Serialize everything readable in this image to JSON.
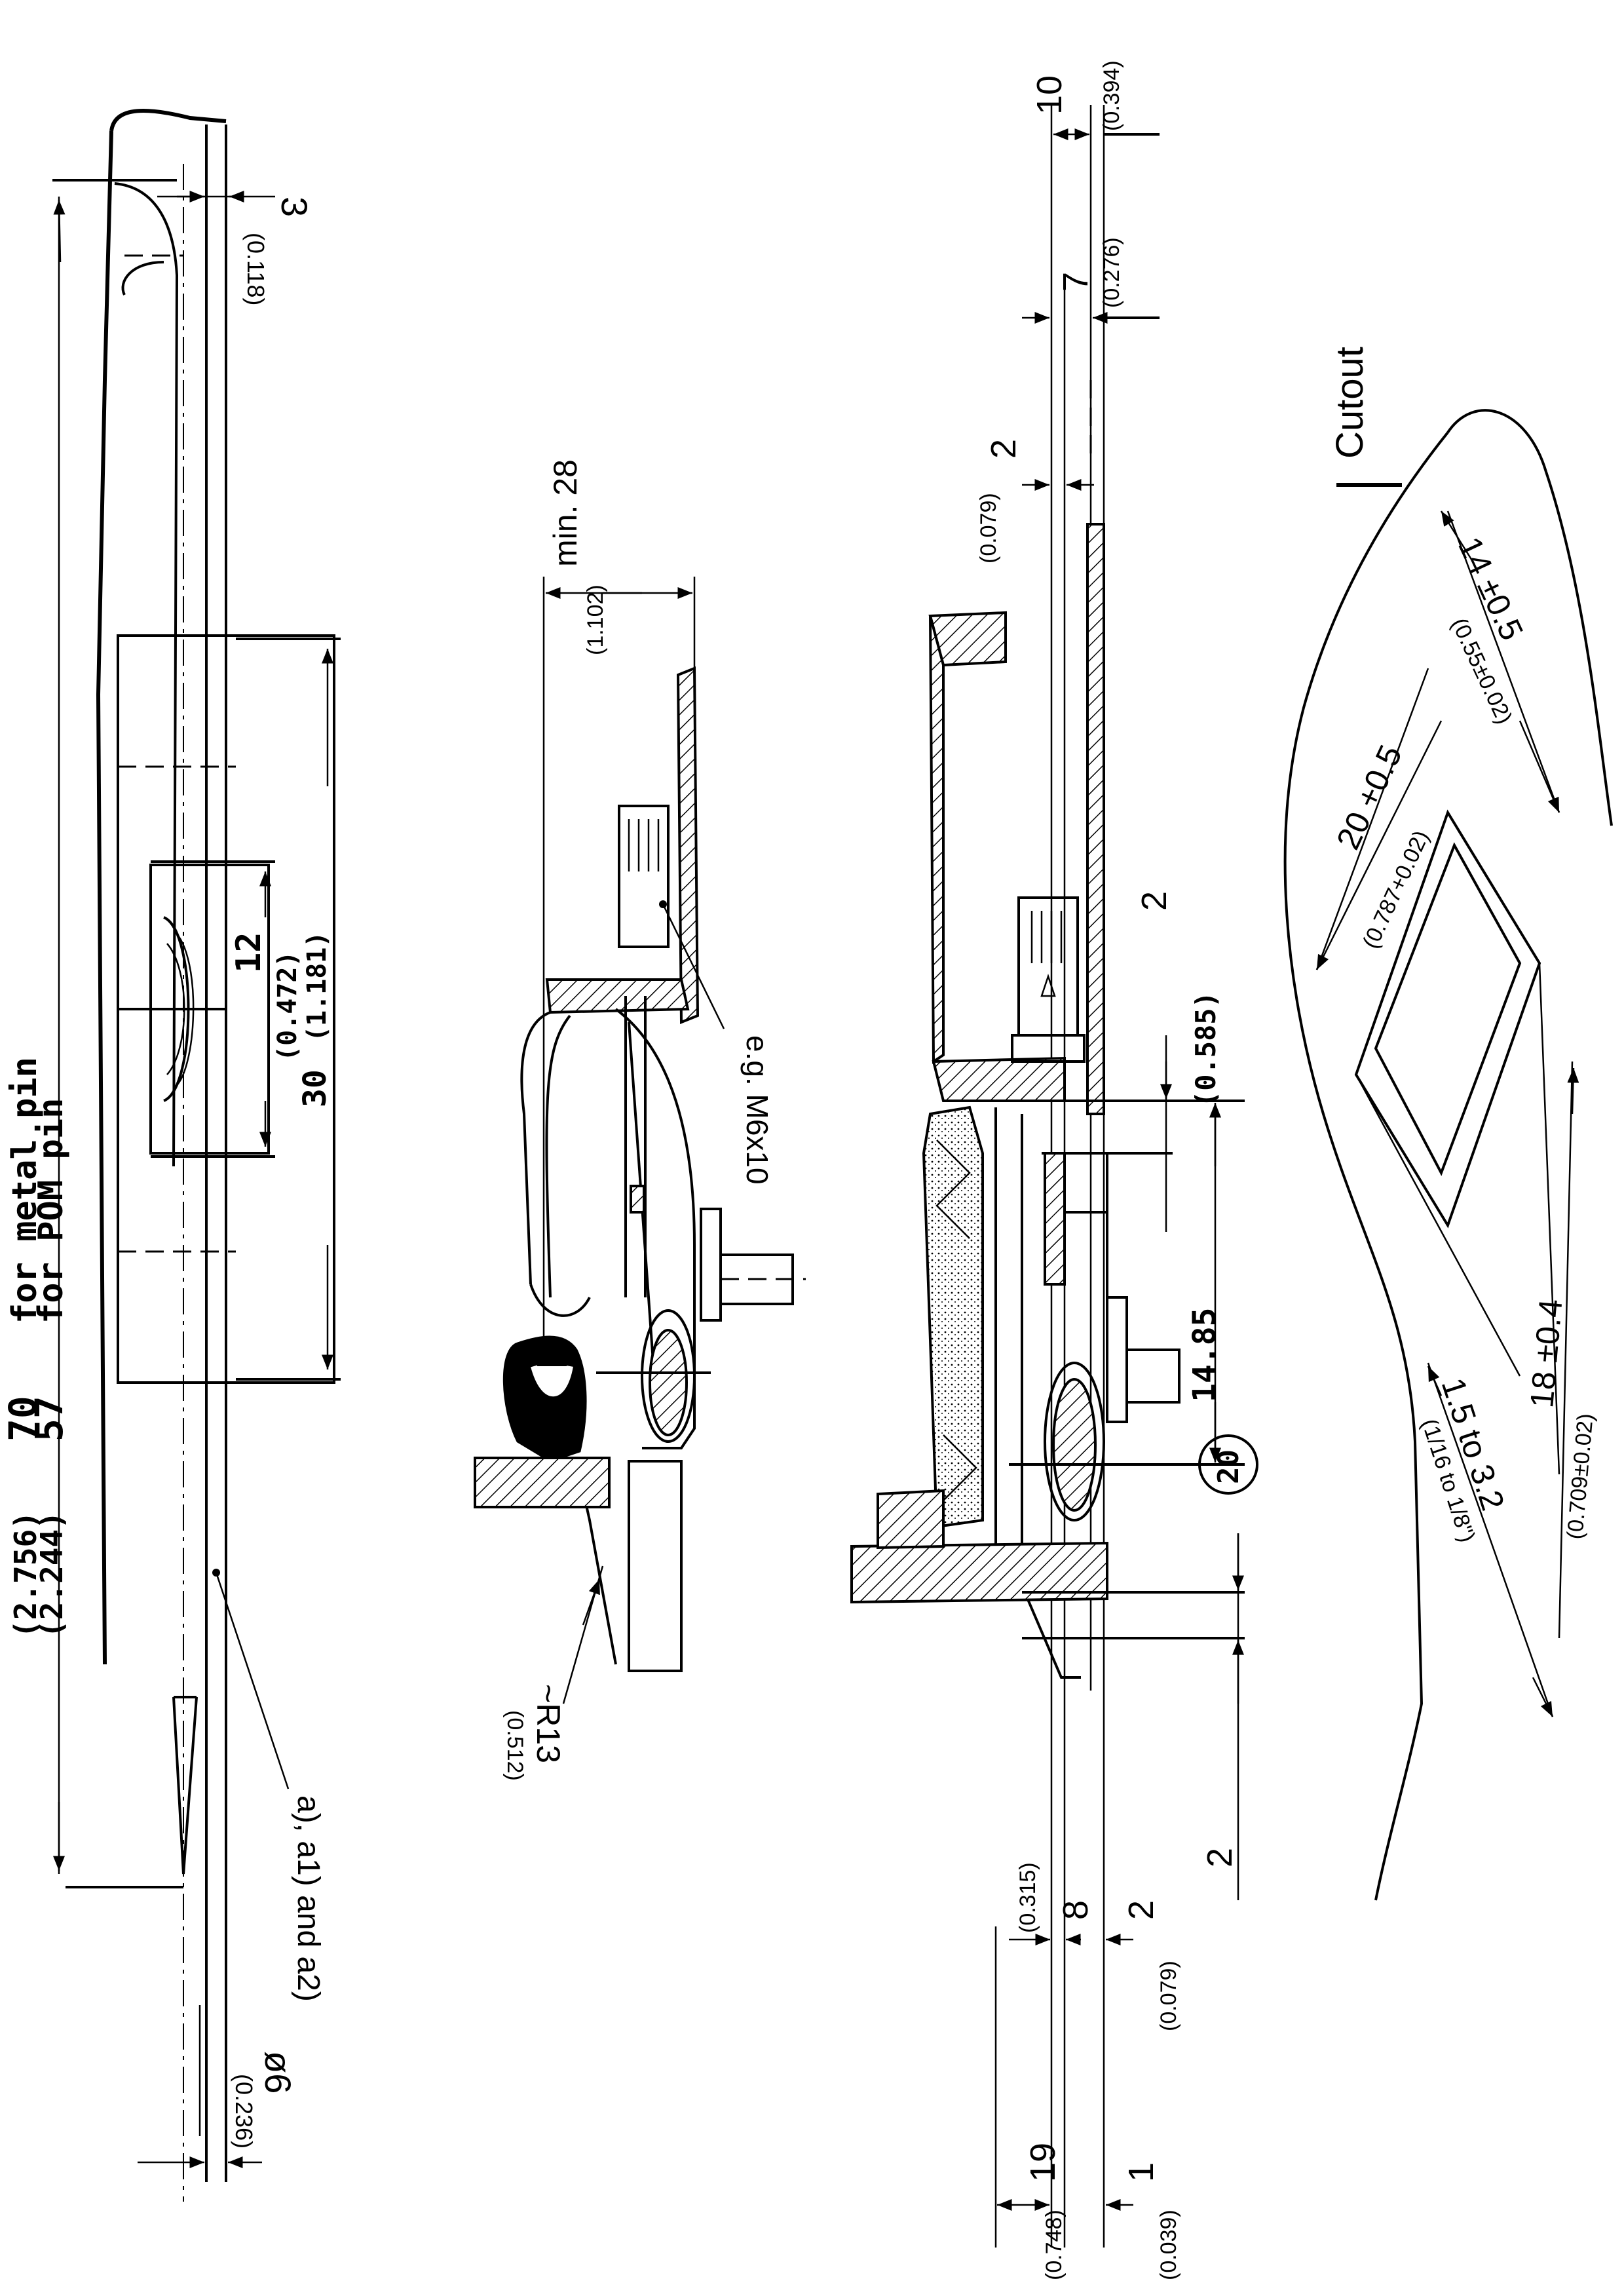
{
  "left_view": {
    "dim_top_value": "3",
    "dim_top_inch": "(0.118)",
    "dim_12": "12",
    "dim_12_inch": "(0.472)",
    "dim_30": "30",
    "dim_30_inch": "(1.181)",
    "length_metal_value": "70",
    "length_metal_inch": "(2.756)",
    "length_metal_note": "for metal pin",
    "length_pom_value": "57",
    "length_pom_inch": "(2.244)",
    "length_pom_note": "for POM pin",
    "pin_dia": "ø6",
    "pin_dia_inch": "(0.236)",
    "variant_label": "a), a1) and a2)"
  },
  "middle_view": {
    "min_28": "min. 28",
    "min_28_inch": "(1.102)",
    "screw_label": "e.g. M6x10",
    "radius": "~R13",
    "radius_inch": "(0.512)"
  },
  "right_view": {
    "dim_10": "10",
    "dim_10_inch": "(0.394)",
    "dim_7": "7",
    "dim_7_inch": "(0.276)",
    "dim_2_top": "2",
    "dim_2_top_inch": "(0.079)",
    "dim_2_side_upper": "2",
    "dim_0585_inch": "(0.585)",
    "dim_1485": "14.85",
    "dim_20_circled": "20",
    "dim_2_side_lower": "2",
    "dim_8": "8",
    "dim_8_inch": "(0.315)",
    "dim_2_bottom": "2",
    "dim_2_bottom_inch": "(0.079)",
    "dim_19": "19",
    "dim_19_inch": "(0.748)",
    "dim_1": "1",
    "dim_1_inch": "(0.039)"
  },
  "cutout": {
    "title": "Cutout",
    "dim_14": "14 ±0.5",
    "dim_14_inch": "(0.55±0.02)",
    "dim_20": "20 +0.5",
    "dim_20_inch": "(0.787+0.02)",
    "dim_18": "18 ±0.4",
    "dim_18_inch": "(0.709±0.02)",
    "dim_thickness": "1.5 to 3.2",
    "dim_thickness_inch": "(1/16 to 1/8\")"
  }
}
